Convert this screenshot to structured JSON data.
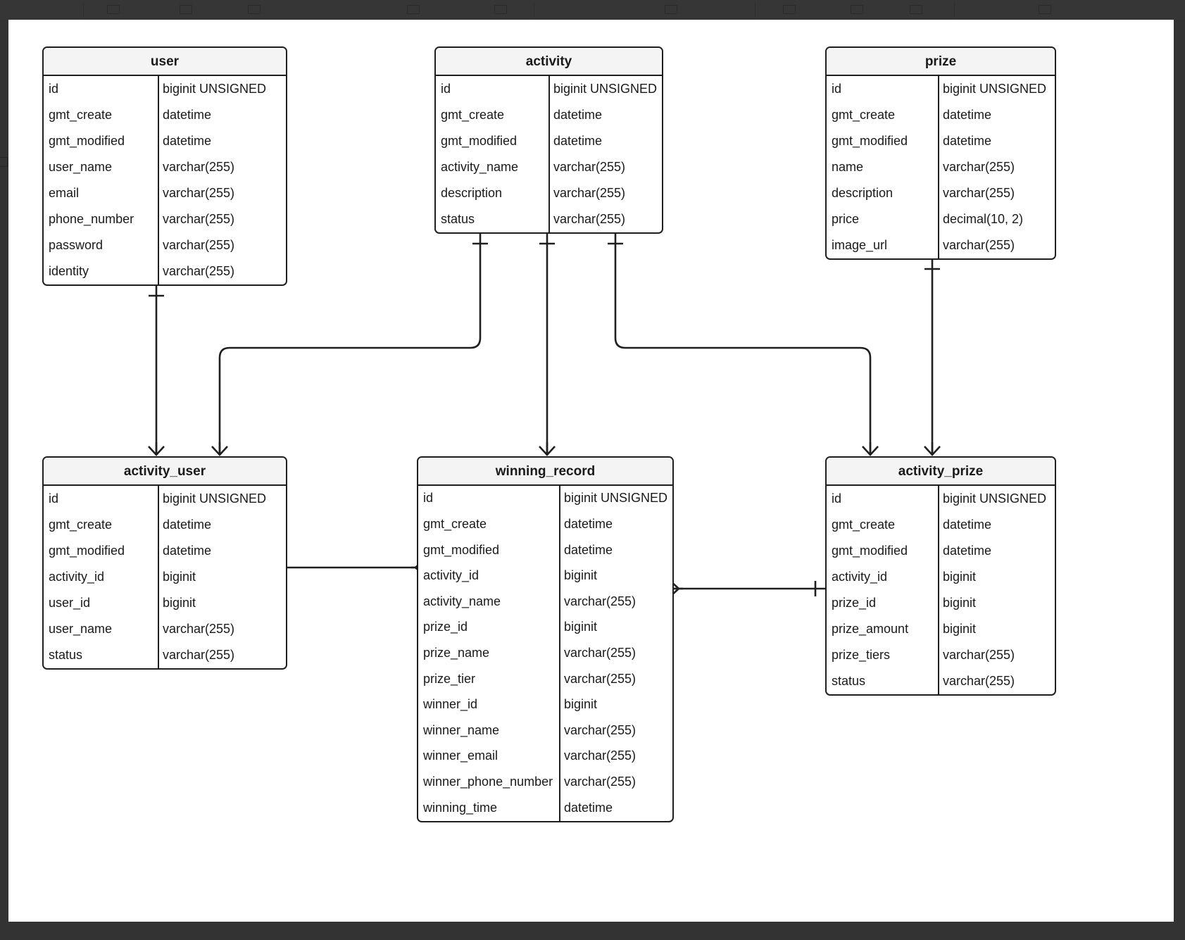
{
  "diagram": {
    "kind": "er-diagram",
    "background": "#ffffff",
    "frame_color": "#333333",
    "line_color": "#1f1f1f",
    "header_fill": "#f4f4f4"
  },
  "entities": [
    {
      "id": "user",
      "title": "user",
      "attributes": [
        {
          "name": "id",
          "type": "biginit UNSIGNED"
        },
        {
          "name": "gmt_create",
          "type": "datetime"
        },
        {
          "name": "gmt_modified",
          "type": "datetime"
        },
        {
          "name": "user_name",
          "type": "varchar(255)"
        },
        {
          "name": "email",
          "type": "varchar(255)"
        },
        {
          "name": "phone_number",
          "type": "varchar(255)"
        },
        {
          "name": "password",
          "type": "varchar(255)"
        },
        {
          "name": "identity",
          "type": "varchar(255)"
        }
      ]
    },
    {
      "id": "activity",
      "title": "activity",
      "attributes": [
        {
          "name": "id",
          "type": "biginit UNSIGNED"
        },
        {
          "name": "gmt_create",
          "type": "datetime"
        },
        {
          "name": "gmt_modified",
          "type": "datetime"
        },
        {
          "name": "activity_name",
          "type": "varchar(255)"
        },
        {
          "name": "description",
          "type": "varchar(255)"
        },
        {
          "name": "status",
          "type": "varchar(255)"
        }
      ]
    },
    {
      "id": "prize",
      "title": "prize",
      "attributes": [
        {
          "name": "id",
          "type": "biginit UNSIGNED"
        },
        {
          "name": "gmt_create",
          "type": "datetime"
        },
        {
          "name": "gmt_modified",
          "type": "datetime"
        },
        {
          "name": "name",
          "type": "varchar(255)"
        },
        {
          "name": "description",
          "type": "varchar(255)"
        },
        {
          "name": "price",
          "type": "decimal(10, 2)"
        },
        {
          "name": "image_url",
          "type": "varchar(255)"
        }
      ]
    },
    {
      "id": "activity_user",
      "title": "activity_user",
      "attributes": [
        {
          "name": "id",
          "type": "biginit UNSIGNED"
        },
        {
          "name": "gmt_create",
          "type": "datetime"
        },
        {
          "name": "gmt_modified",
          "type": "datetime"
        },
        {
          "name": "activity_id",
          "type": "biginit"
        },
        {
          "name": "user_id",
          "type": "biginit"
        },
        {
          "name": "user_name",
          "type": "varchar(255)"
        },
        {
          "name": "status",
          "type": "varchar(255)"
        }
      ]
    },
    {
      "id": "winning_record",
      "title": "winning_record",
      "attributes": [
        {
          "name": "id",
          "type": "biginit UNSIGNED"
        },
        {
          "name": "gmt_create",
          "type": "datetime"
        },
        {
          "name": "gmt_modified",
          "type": "datetime"
        },
        {
          "name": "activity_id",
          "type": "biginit"
        },
        {
          "name": "activity_name",
          "type": "varchar(255)"
        },
        {
          "name": "prize_id",
          "type": "biginit"
        },
        {
          "name": "prize_name",
          "type": "varchar(255)"
        },
        {
          "name": "prize_tier",
          "type": "varchar(255)"
        },
        {
          "name": "winner_id",
          "type": "biginit"
        },
        {
          "name": "winner_name",
          "type": "varchar(255)"
        },
        {
          "name": "winner_email",
          "type": "varchar(255)"
        },
        {
          "name": "winner_phone_number",
          "type": "varchar(255)"
        },
        {
          "name": "winning_time",
          "type": "datetime"
        }
      ]
    },
    {
      "id": "activity_prize",
      "title": "activity_prize",
      "attributes": [
        {
          "name": "id",
          "type": "biginit UNSIGNED"
        },
        {
          "name": "gmt_create",
          "type": "datetime"
        },
        {
          "name": "gmt_modified",
          "type": "datetime"
        },
        {
          "name": "activity_id",
          "type": "biginit"
        },
        {
          "name": "prize_id",
          "type": "biginit"
        },
        {
          "name": "prize_amount",
          "type": "biginit"
        },
        {
          "name": "prize_tiers",
          "type": "varchar(255)"
        },
        {
          "name": "status",
          "type": "varchar(255)"
        }
      ]
    }
  ],
  "relationships": [
    {
      "from": "user",
      "to": "activity_user",
      "from_cardinality": "one",
      "to_cardinality": "many"
    },
    {
      "from": "activity",
      "to": "activity_user",
      "from_cardinality": "one",
      "to_cardinality": "many"
    },
    {
      "from": "activity",
      "to": "winning_record",
      "from_cardinality": "one",
      "to_cardinality": "many"
    },
    {
      "from": "activity",
      "to": "activity_prize",
      "from_cardinality": "one",
      "to_cardinality": "many"
    },
    {
      "from": "prize",
      "to": "activity_prize",
      "from_cardinality": "one",
      "to_cardinality": "many"
    },
    {
      "from": "activity_user",
      "to": "winning_record",
      "from_cardinality": "one",
      "to_cardinality": "many"
    },
    {
      "from": "winning_record",
      "to": "activity_prize",
      "from_cardinality": "many",
      "to_cardinality": "one"
    }
  ]
}
